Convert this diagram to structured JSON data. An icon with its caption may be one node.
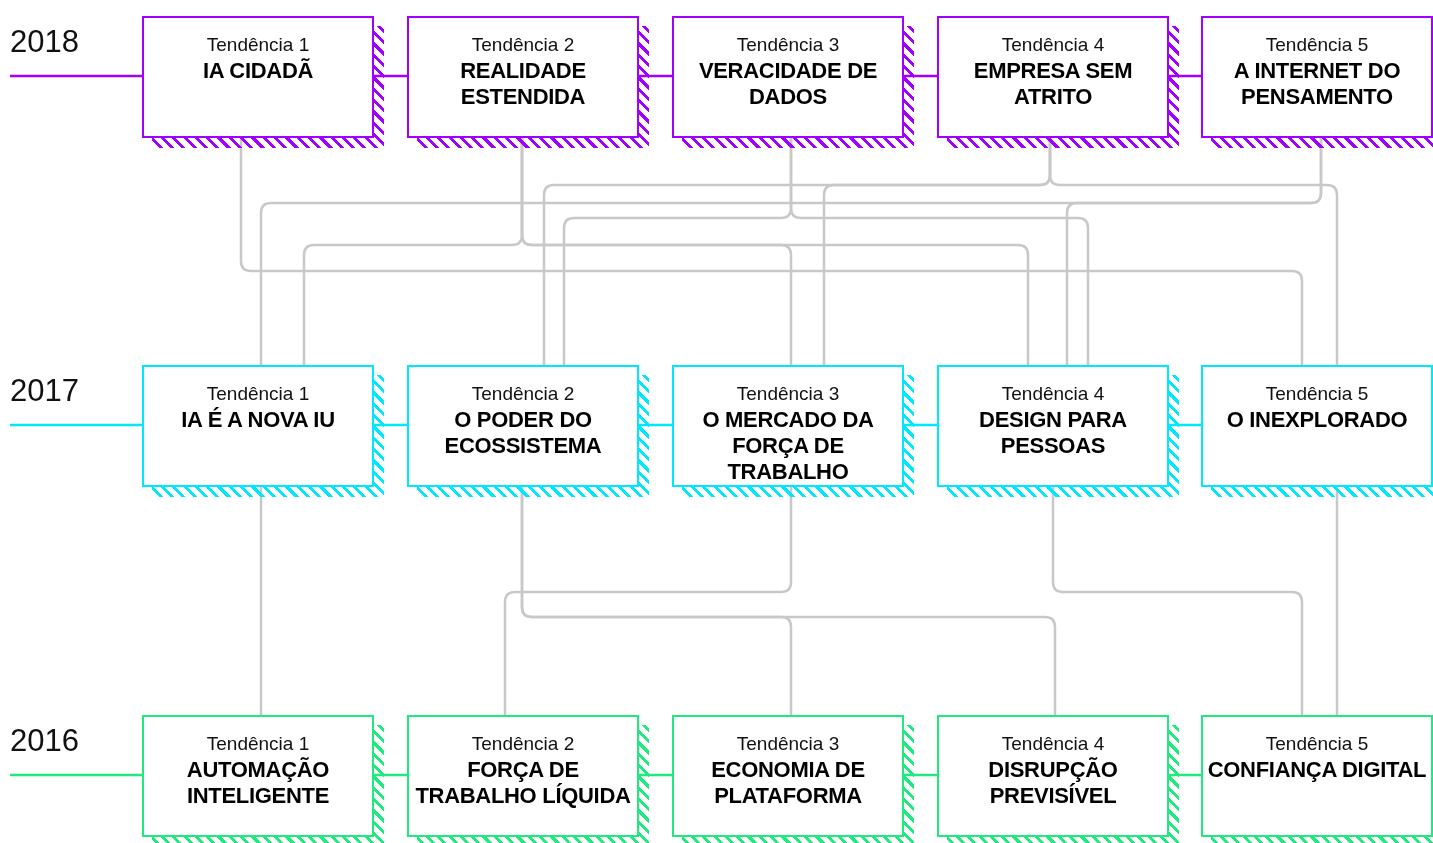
{
  "diagram": {
    "nodes": [
      {
        "text": [
          "Tendência 1",
          "IA CIDADÃ"
        ]
      },
      {
        "text": [
          "Tendência 2",
          "REALIDADE ESTENDIDA"
        ]
      },
      {
        "text": [
          "Tendência 3",
          "VERACIDADE DE DADOS"
        ]
      },
      {
        "text": [
          "Tendência 4",
          "EMPRESA SEM ATRITO"
        ]
      },
      {
        "text": [
          "Tendência 5",
          "A INTERNET DO PENSAMENTO"
        ]
      },
      {
        "text": [
          "Tendência 1",
          "IA É A NOVA IU"
        ]
      },
      {
        "text": [
          "Tendência 2",
          "O PODER DO ECOSSISTEMA"
        ]
      },
      {
        "text": [
          "Tendência 3",
          "O MERCADO DA FORÇA DE TRABALHO"
        ]
      },
      {
        "text": [
          "Tendência 4",
          "DESIGN PARA PESSOAS"
        ]
      },
      {
        "text": [
          "Tendência 5",
          "O INEXPLORADO"
        ]
      },
      {
        "text": [
          "Tendência 1",
          "AUTOMAÇÃO INTELIGENTE"
        ]
      },
      {
        "text": [
          "Tendência 2",
          "FORÇA DE TRABALHO LÍQUIDA"
        ]
      },
      {
        "text": [
          "Tendência 3",
          "ECONOMIA DE PLATAFORMA"
        ]
      },
      {
        "text": [
          "Tendência 4",
          "DISRUPÇÃO PREVISÍVEL"
        ]
      },
      {
        "text": [
          "Tendência 5",
          "CONFIANÇA DIGITAL"
        ]
      },
      {
        "text": [
          "2018"
        ]
      },
      {
        "text": [
          "2017"
        ]
      },
      {
        "text": [
          "2016"
        ]
      }
    ],
    "edges": [
      {
        "from": 0,
        "to": 9,
        "arrow": "none"
      },
      {
        "from": 1,
        "to": 5,
        "arrow": "none"
      },
      {
        "from": 1,
        "to": 7,
        "arrow": "none"
      },
      {
        "from": 1,
        "to": 8,
        "arrow": "none"
      },
      {
        "from": 2,
        "to": 6,
        "arrow": "none"
      },
      {
        "from": 2,
        "to": 8,
        "arrow": "none"
      },
      {
        "from": 3,
        "to": 6,
        "arrow": "none"
      },
      {
        "from": 3,
        "to": 7,
        "arrow": "none"
      },
      {
        "from": 3,
        "to": 9,
        "arrow": "none"
      },
      {
        "from": 4,
        "to": 5,
        "arrow": "none"
      },
      {
        "from": 4,
        "to": 8,
        "arrow": "none"
      },
      {
        "from": 5,
        "to": 10,
        "arrow": "none"
      },
      {
        "from": 6,
        "to": 12,
        "arrow": "none"
      },
      {
        "from": 6,
        "to": 13,
        "arrow": "none"
      },
      {
        "from": 7,
        "to": 11,
        "arrow": "none"
      },
      {
        "from": 8,
        "to": 14,
        "arrow": "none"
      },
      {
        "from": 9,
        "to": 14,
        "arrow": "none"
      },
      {
        "from": 15,
        "to": 0,
        "arrow": "none",
        "color": "#a100ff"
      },
      {
        "from": 0,
        "to": 1,
        "arrow": "none",
        "color": "#a100ff"
      },
      {
        "from": 1,
        "to": 2,
        "arrow": "none",
        "color": "#a100ff"
      },
      {
        "from": 2,
        "to": 3,
        "arrow": "none",
        "color": "#a100ff"
      },
      {
        "from": 3,
        "to": 4,
        "arrow": "none",
        "color": "#a100ff"
      },
      {
        "from": 16,
        "to": 5,
        "arrow": "none",
        "color": "#00e8ff"
      },
      {
        "from": 5,
        "to": 6,
        "arrow": "none",
        "color": "#00e8ff"
      },
      {
        "from": 6,
        "to": 7,
        "arrow": "none",
        "color": "#00e8ff"
      },
      {
        "from": 7,
        "to": 8,
        "arrow": "none",
        "color": "#00e8ff"
      },
      {
        "from": 8,
        "to": 9,
        "arrow": "none",
        "color": "#00e8ff"
      },
      {
        "from": 17,
        "to": 10,
        "arrow": "none",
        "color": "#1eea7e"
      },
      {
        "from": 10,
        "to": 11,
        "arrow": "none",
        "color": "#1eea7e"
      },
      {
        "from": 11,
        "to": 12,
        "arrow": "none",
        "color": "#1eea7e"
      },
      {
        "from": 12,
        "to": 13,
        "arrow": "none",
        "color": "#1eea7e"
      },
      {
        "from": 13,
        "to": 14,
        "arrow": "none",
        "color": "#1eea7e"
      }
    ]
  }
}
